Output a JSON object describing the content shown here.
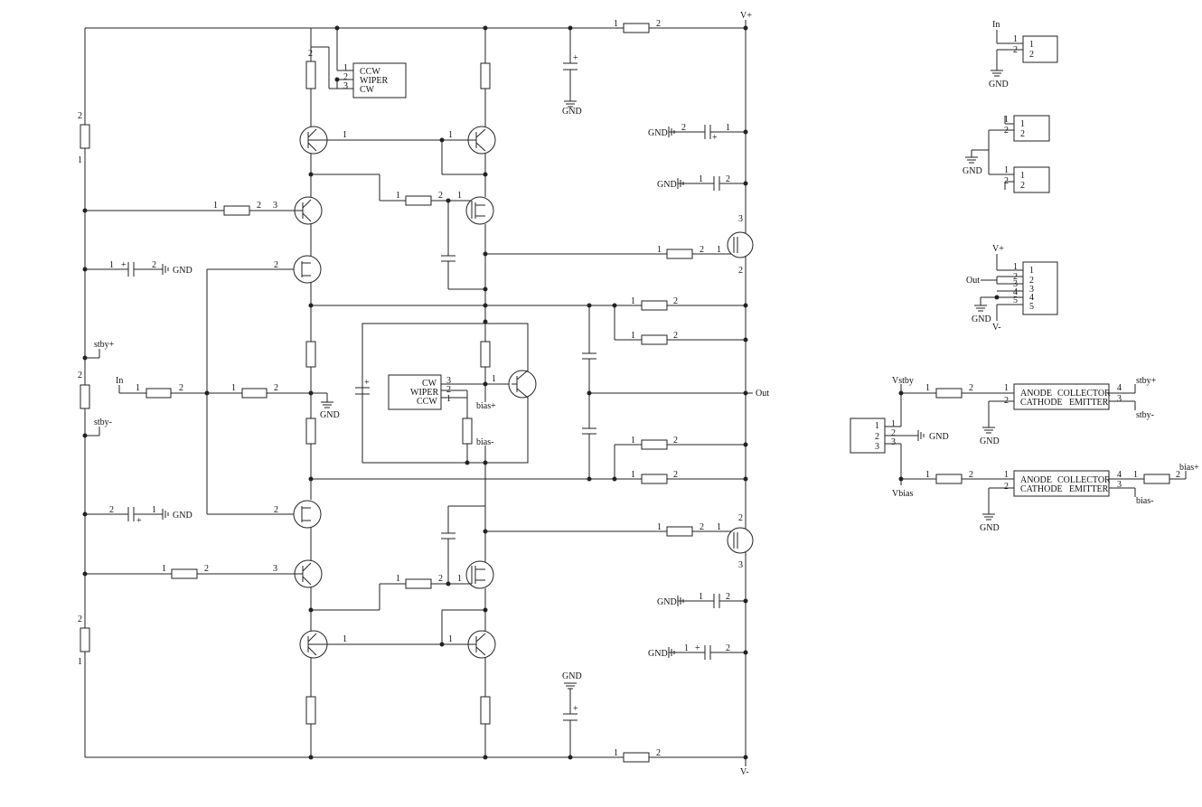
{
  "colors": {
    "wire": "#222222",
    "background": "#ffffff",
    "text": "#111111"
  },
  "nets": {
    "vplus": "V+",
    "vminus": "V-",
    "gnd": "GND",
    "input": "In",
    "output": "Out",
    "stby_plus": "stby+",
    "stby_minus": "stby-",
    "bias_plus": "bias+",
    "bias_minus": "bias-",
    "vstby": "Vstby",
    "vbias": "Vbias"
  },
  "pins": {
    "p1": "1",
    "p2": "2",
    "p3": "3",
    "p4": "4",
    "p5": "5"
  },
  "pot": {
    "ccw": "CCW",
    "wiper": "WIPER",
    "cw": "CW"
  },
  "opto": {
    "anode": "ANODE",
    "collector": "COLLECTOR",
    "cathode": "CATHODE",
    "emitter": "EMITTER"
  }
}
